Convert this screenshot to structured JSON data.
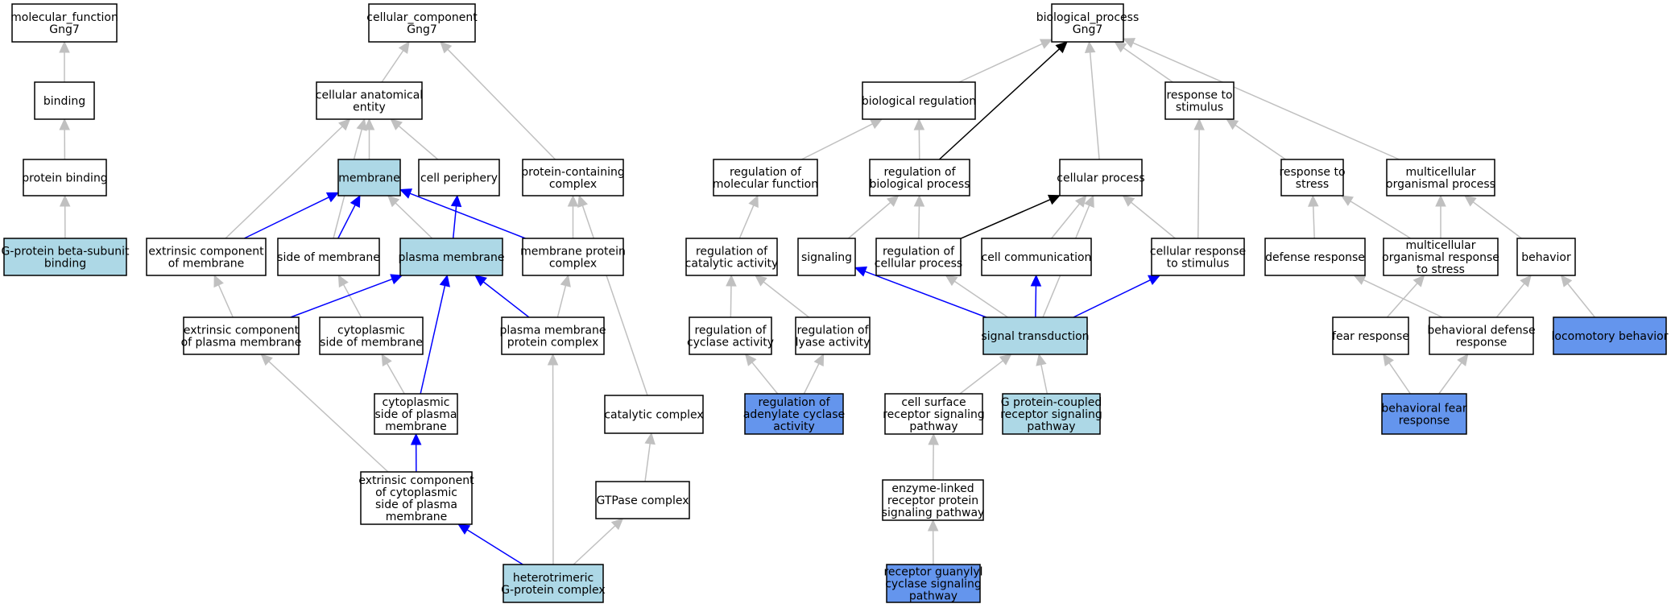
{
  "colors": {
    "plain": "#ffffff",
    "light": "#add8e6",
    "strong": "#6495ed",
    "edge_gray": "#c0c0c0",
    "edge_blue": "#0000ff",
    "edge_black": "#000000"
  },
  "nodes": [
    {
      "id": "mf_root",
      "lines": [
        "molecular_function",
        "Gng7"
      ],
      "fill": "plain"
    },
    {
      "id": "binding",
      "lines": [
        "binding"
      ],
      "fill": "plain"
    },
    {
      "id": "protein_binding",
      "lines": [
        "protein binding"
      ],
      "fill": "plain"
    },
    {
      "id": "gpbeta_binding",
      "lines": [
        "G-protein beta-subunit",
        "binding"
      ],
      "fill": "light"
    },
    {
      "id": "cc_root",
      "lines": [
        "cellular_component",
        "Gng7"
      ],
      "fill": "plain"
    },
    {
      "id": "anat_entity",
      "lines": [
        "cellular anatomical",
        "entity"
      ],
      "fill": "plain"
    },
    {
      "id": "membrane",
      "lines": [
        "membrane"
      ],
      "fill": "light"
    },
    {
      "id": "cell_periphery",
      "lines": [
        "cell periphery"
      ],
      "fill": "plain"
    },
    {
      "id": "protein_complex",
      "lines": [
        "protein-containing",
        "complex"
      ],
      "fill": "plain"
    },
    {
      "id": "extr_comp_mem",
      "lines": [
        "extrinsic component",
        "of membrane"
      ],
      "fill": "plain"
    },
    {
      "id": "side_of_mem",
      "lines": [
        "side of membrane"
      ],
      "fill": "plain"
    },
    {
      "id": "plasma_mem",
      "lines": [
        "plasma membrane"
      ],
      "fill": "light"
    },
    {
      "id": "mem_prot_complex",
      "lines": [
        "membrane protein",
        "complex"
      ],
      "fill": "plain"
    },
    {
      "id": "extr_comp_pm",
      "lines": [
        "extrinsic component",
        "of plasma membrane"
      ],
      "fill": "plain"
    },
    {
      "id": "cyto_side_mem",
      "lines": [
        "cytoplasmic",
        "side of membrane"
      ],
      "fill": "plain"
    },
    {
      "id": "pm_prot_complex",
      "lines": [
        "plasma membrane",
        "protein complex"
      ],
      "fill": "plain"
    },
    {
      "id": "cyto_side_pm",
      "lines": [
        "cytoplasmic",
        "side of plasma",
        "membrane"
      ],
      "fill": "plain"
    },
    {
      "id": "catalytic_complex",
      "lines": [
        "catalytic complex"
      ],
      "fill": "plain"
    },
    {
      "id": "extr_cyto_pm",
      "lines": [
        "extrinsic component",
        "of cytoplasmic",
        "side of plasma",
        "membrane"
      ],
      "fill": "plain"
    },
    {
      "id": "gtpase_complex",
      "lines": [
        "GTPase complex"
      ],
      "fill": "plain"
    },
    {
      "id": "hetero_gprot",
      "lines": [
        "heterotrimeric",
        "G-protein complex"
      ],
      "fill": "light"
    },
    {
      "id": "bp_root",
      "lines": [
        "biological_process",
        "Gng7"
      ],
      "fill": "plain"
    },
    {
      "id": "bio_reg",
      "lines": [
        "biological regulation"
      ],
      "fill": "plain"
    },
    {
      "id": "resp_stim",
      "lines": [
        "response to",
        "stimulus"
      ],
      "fill": "plain"
    },
    {
      "id": "reg_mol_func",
      "lines": [
        "regulation of",
        "molecular function"
      ],
      "fill": "plain"
    },
    {
      "id": "reg_bio_proc",
      "lines": [
        "regulation of",
        "biological process"
      ],
      "fill": "plain"
    },
    {
      "id": "cellular_process",
      "lines": [
        "cellular process"
      ],
      "fill": "plain"
    },
    {
      "id": "resp_stress",
      "lines": [
        "response to",
        "stress"
      ],
      "fill": "plain"
    },
    {
      "id": "multi_org_proc",
      "lines": [
        "multicellular",
        "organismal process"
      ],
      "fill": "plain"
    },
    {
      "id": "reg_cat_act",
      "lines": [
        "regulation of",
        "catalytic activity"
      ],
      "fill": "plain"
    },
    {
      "id": "signaling",
      "lines": [
        "signaling"
      ],
      "fill": "plain"
    },
    {
      "id": "reg_cell_proc",
      "lines": [
        "regulation of",
        "cellular process"
      ],
      "fill": "plain"
    },
    {
      "id": "cell_comm",
      "lines": [
        "cell communication"
      ],
      "fill": "plain"
    },
    {
      "id": "cell_resp_stim",
      "lines": [
        "cellular response",
        "to stimulus"
      ],
      "fill": "plain"
    },
    {
      "id": "defense_resp",
      "lines": [
        "defense response"
      ],
      "fill": "plain"
    },
    {
      "id": "multi_resp_stress",
      "lines": [
        "multicellular",
        "organismal response",
        "to stress"
      ],
      "fill": "plain"
    },
    {
      "id": "behavior",
      "lines": [
        "behavior"
      ],
      "fill": "plain"
    },
    {
      "id": "reg_cyclase",
      "lines": [
        "regulation of",
        "cyclase activity"
      ],
      "fill": "plain"
    },
    {
      "id": "reg_lyase",
      "lines": [
        "regulation of",
        "lyase activity"
      ],
      "fill": "plain"
    },
    {
      "id": "signal_trans",
      "lines": [
        "signal transduction"
      ],
      "fill": "light"
    },
    {
      "id": "fear_resp",
      "lines": [
        "fear response"
      ],
      "fill": "plain"
    },
    {
      "id": "beh_def_resp",
      "lines": [
        "behavioral defense",
        "response"
      ],
      "fill": "plain"
    },
    {
      "id": "locomotory",
      "lines": [
        "locomotory behavior"
      ],
      "fill": "strong"
    },
    {
      "id": "reg_adenylate",
      "lines": [
        "regulation of",
        "adenylate cyclase",
        "activity"
      ],
      "fill": "strong"
    },
    {
      "id": "cell_surface_rsp",
      "lines": [
        "cell surface",
        "receptor signaling",
        "pathway"
      ],
      "fill": "plain"
    },
    {
      "id": "gpcr_pathway",
      "lines": [
        "G protein-coupled",
        "receptor signaling",
        "pathway"
      ],
      "fill": "light"
    },
    {
      "id": "beh_fear_resp",
      "lines": [
        "behavioral fear",
        "response"
      ],
      "fill": "strong"
    },
    {
      "id": "enzyme_linked",
      "lines": [
        "enzyme-linked",
        "receptor protein",
        "signaling pathway"
      ],
      "fill": "plain"
    },
    {
      "id": "guanylyl",
      "lines": [
        "receptor guanylyl",
        "cyclase signaling",
        "pathway"
      ],
      "fill": "strong"
    }
  ],
  "edges": [
    {
      "from": "binding",
      "to": "mf_root",
      "color": "gray"
    },
    {
      "from": "protein_binding",
      "to": "binding",
      "color": "gray"
    },
    {
      "from": "gpbeta_binding",
      "to": "protein_binding",
      "color": "gray"
    },
    {
      "from": "anat_entity",
      "to": "cc_root",
      "color": "gray"
    },
    {
      "from": "protein_complex",
      "to": "cc_root",
      "color": "gray"
    },
    {
      "from": "membrane",
      "to": "anat_entity",
      "color": "gray"
    },
    {
      "from": "cell_periphery",
      "to": "anat_entity",
      "color": "gray"
    },
    {
      "from": "extr_comp_mem",
      "to": "anat_entity",
      "color": "gray"
    },
    {
      "from": "side_of_mem",
      "to": "anat_entity",
      "color": "gray"
    },
    {
      "from": "extr_comp_mem",
      "to": "membrane",
      "color": "blue"
    },
    {
      "from": "side_of_mem",
      "to": "membrane",
      "color": "blue"
    },
    {
      "from": "plasma_mem",
      "to": "membrane",
      "color": "gray"
    },
    {
      "from": "mem_prot_complex",
      "to": "membrane",
      "color": "blue"
    },
    {
      "from": "plasma_mem",
      "to": "cell_periphery",
      "color": "blue"
    },
    {
      "from": "mem_prot_complex",
      "to": "protein_complex",
      "color": "gray"
    },
    {
      "from": "catalytic_complex",
      "to": "protein_complex",
      "color": "gray"
    },
    {
      "from": "extr_comp_pm",
      "to": "extr_comp_mem",
      "color": "gray"
    },
    {
      "from": "cyto_side_mem",
      "to": "side_of_mem",
      "color": "gray"
    },
    {
      "from": "extr_comp_pm",
      "to": "plasma_mem",
      "color": "blue"
    },
    {
      "from": "cyto_side_pm",
      "to": "plasma_mem",
      "color": "blue"
    },
    {
      "from": "pm_prot_complex",
      "to": "plasma_mem",
      "color": "blue"
    },
    {
      "from": "pm_prot_complex",
      "to": "mem_prot_complex",
      "color": "gray"
    },
    {
      "from": "cyto_side_pm",
      "to": "cyto_side_mem",
      "color": "gray"
    },
    {
      "from": "extr_cyto_pm",
      "to": "extr_comp_pm",
      "color": "gray"
    },
    {
      "from": "extr_cyto_pm",
      "to": "cyto_side_pm",
      "color": "blue"
    },
    {
      "from": "gtpase_complex",
      "to": "catalytic_complex",
      "color": "gray"
    },
    {
      "from": "hetero_gprot",
      "to": "extr_cyto_pm",
      "color": "blue"
    },
    {
      "from": "hetero_gprot",
      "to": "pm_prot_complex",
      "color": "gray"
    },
    {
      "from": "hetero_gprot",
      "to": "gtpase_complex",
      "color": "gray"
    },
    {
      "from": "bio_reg",
      "to": "bp_root",
      "color": "gray"
    },
    {
      "from": "reg_bio_proc",
      "to": "bp_root",
      "color": "black"
    },
    {
      "from": "cellular_process",
      "to": "bp_root",
      "color": "gray"
    },
    {
      "from": "resp_stim",
      "to": "bp_root",
      "color": "gray"
    },
    {
      "from": "multi_org_proc",
      "to": "bp_root",
      "color": "gray"
    },
    {
      "from": "reg_mol_func",
      "to": "bio_reg",
      "color": "gray"
    },
    {
      "from": "reg_bio_proc",
      "to": "bio_reg",
      "color": "gray"
    },
    {
      "from": "cell_resp_stim",
      "to": "resp_stim",
      "color": "gray"
    },
    {
      "from": "resp_stress",
      "to": "resp_stim",
      "color": "gray"
    },
    {
      "from": "reg_cat_act",
      "to": "reg_mol_func",
      "color": "gray"
    },
    {
      "from": "signaling",
      "to": "reg_bio_proc",
      "color": "gray"
    },
    {
      "from": "reg_cell_proc",
      "to": "reg_bio_proc",
      "color": "gray"
    },
    {
      "from": "reg_cell_proc",
      "to": "cellular_process",
      "color": "black"
    },
    {
      "from": "cell_comm",
      "to": "cellular_process",
      "color": "gray"
    },
    {
      "from": "signal_trans",
      "to": "cellular_process",
      "color": "gray"
    },
    {
      "from": "cell_resp_stim",
      "to": "cellular_process",
      "color": "gray"
    },
    {
      "from": "defense_resp",
      "to": "resp_stress",
      "color": "gray"
    },
    {
      "from": "multi_resp_stress",
      "to": "resp_stress",
      "color": "gray"
    },
    {
      "from": "multi_resp_stress",
      "to": "multi_org_proc",
      "color": "gray"
    },
    {
      "from": "behavior",
      "to": "multi_org_proc",
      "color": "gray"
    },
    {
      "from": "reg_cyclase",
      "to": "reg_cat_act",
      "color": "gray"
    },
    {
      "from": "reg_lyase",
      "to": "reg_cat_act",
      "color": "gray"
    },
    {
      "from": "signal_trans",
      "to": "signaling",
      "color": "blue"
    },
    {
      "from": "signal_trans",
      "to": "reg_cell_proc",
      "color": "gray"
    },
    {
      "from": "signal_trans",
      "to": "cell_comm",
      "color": "blue"
    },
    {
      "from": "signal_trans",
      "to": "cell_resp_stim",
      "color": "blue"
    },
    {
      "from": "beh_def_resp",
      "to": "defense_resp",
      "color": "gray"
    },
    {
      "from": "fear_resp",
      "to": "multi_resp_stress",
      "color": "gray"
    },
    {
      "from": "beh_def_resp",
      "to": "behavior",
      "color": "gray"
    },
    {
      "from": "locomotory",
      "to": "behavior",
      "color": "gray"
    },
    {
      "from": "reg_adenylate",
      "to": "reg_cyclase",
      "color": "gray"
    },
    {
      "from": "reg_adenylate",
      "to": "reg_lyase",
      "color": "gray"
    },
    {
      "from": "cell_surface_rsp",
      "to": "signal_trans",
      "color": "gray"
    },
    {
      "from": "gpcr_pathway",
      "to": "signal_trans",
      "color": "gray"
    },
    {
      "from": "beh_fear_resp",
      "to": "fear_resp",
      "color": "gray"
    },
    {
      "from": "beh_fear_resp",
      "to": "beh_def_resp",
      "color": "gray"
    },
    {
      "from": "enzyme_linked",
      "to": "cell_surface_rsp",
      "color": "gray"
    },
    {
      "from": "guanylyl",
      "to": "enzyme_linked",
      "color": "gray"
    }
  ]
}
